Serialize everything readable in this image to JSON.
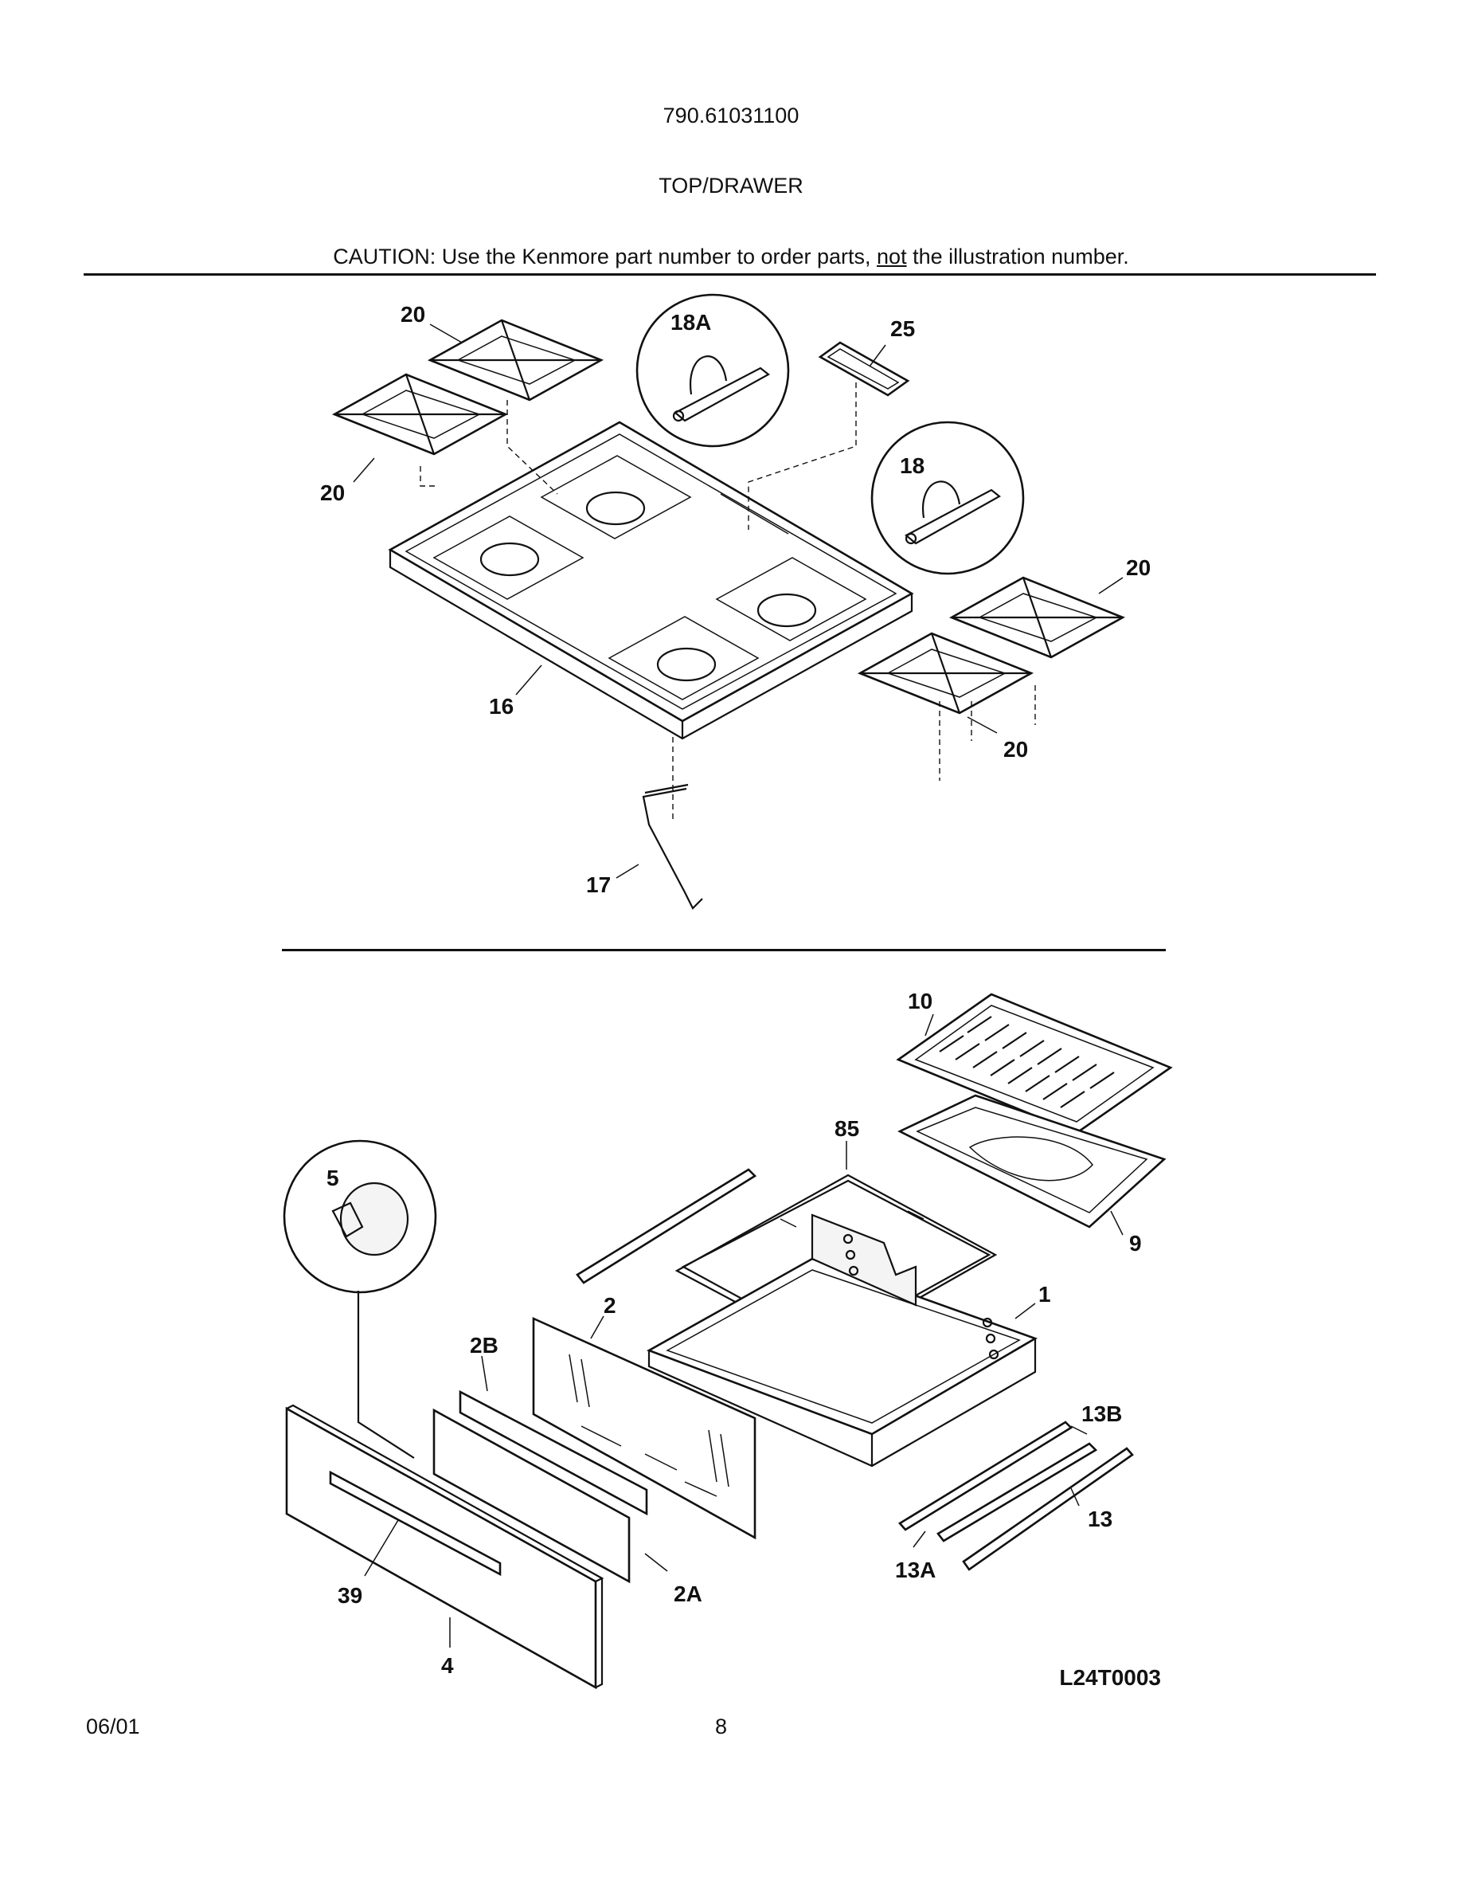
{
  "header": {
    "model_number": "790.61031100",
    "section_title": "TOP/DRAWER",
    "caution_prefix": "CAUTION: Use the Kenmore part number to order parts, ",
    "caution_emphasis": "not",
    "caution_suffix": " the illustration number."
  },
  "top_callouts": {
    "grate_top_left": "20",
    "bracket_18a": "18A",
    "part_25": "25",
    "grate_left": "20",
    "bracket_18": "18",
    "grate_right_top": "20",
    "cooktop": "16",
    "grate_right_bottom": "20",
    "wire_17": "17"
  },
  "drawer_callouts": {
    "broiler_grid": "10",
    "rack_85": "85",
    "knob_5": "5",
    "broiler_pan": "9",
    "drawer_body": "1",
    "back_panel": "2",
    "panel_2b": "2B",
    "slide_13b": "13B",
    "slide_13": "13",
    "slide_13a": "13A",
    "handle_39": "39",
    "panel_2a": "2A",
    "front_4": "4"
  },
  "footer": {
    "diagram_code": "L24T0003",
    "date": "06/01",
    "page_number": "8"
  }
}
